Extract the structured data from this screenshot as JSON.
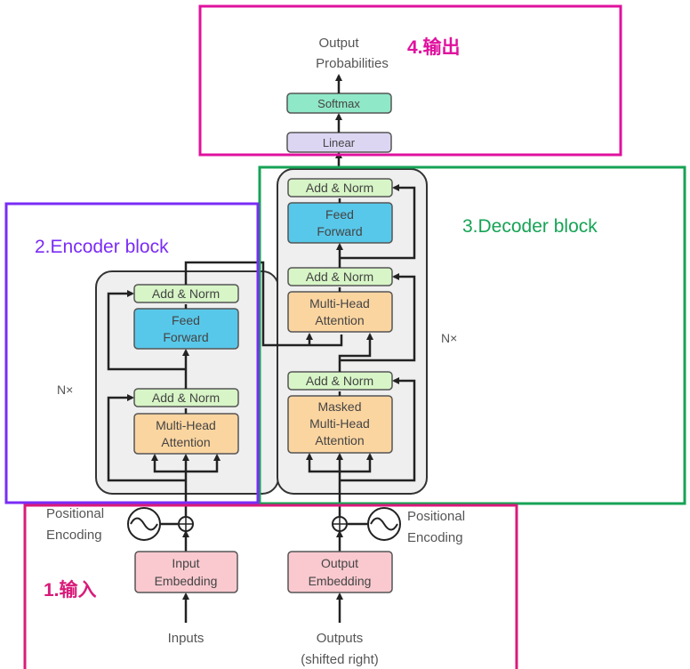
{
  "regions": {
    "output": {
      "label": "4.输出",
      "color": "#e0119e"
    },
    "encoder": {
      "label": "2.Encoder block",
      "color": "#7a2cf5"
    },
    "decoder": {
      "label": "3.Decoder block",
      "color": "#16a355"
    },
    "input": {
      "label": "1.输入",
      "color": "#d81b7a"
    }
  },
  "output_stack": {
    "title_line1": "Output",
    "title_line2": "Probabilities",
    "softmax": "Softmax",
    "linear": "Linear"
  },
  "encoder": {
    "nx": "N×",
    "add_norm_top": "Add & Norm",
    "ff_line1": "Feed",
    "ff_line2": "Forward",
    "add_norm_bottom": "Add & Norm",
    "mha_line1": "Multi-Head",
    "mha_line2": "Attention"
  },
  "decoder": {
    "nx": "N×",
    "add_norm_1": "Add & Norm",
    "ff_line1": "Feed",
    "ff_line2": "Forward",
    "add_norm_2": "Add & Norm",
    "mha_line1": "Multi-Head",
    "mha_line2": "Attention",
    "add_norm_3": "Add & Norm",
    "masked_line1": "Masked",
    "masked_line2": "Multi-Head",
    "masked_line3": "Attention"
  },
  "inputs": {
    "pos_enc_line1": "Positional",
    "pos_enc_line2": "Encoding",
    "input_emb_line1": "Input",
    "input_emb_line2": "Embedding",
    "inputs_label": "Inputs",
    "output_emb_line1": "Output",
    "output_emb_line2": "Embedding",
    "outputs_line1": "Outputs",
    "outputs_line2": "(shifted right)",
    "pos_enc_right_line1": "Positional",
    "pos_enc_right_line2": "Encoding"
  },
  "colors": {
    "add_norm": "#d7f5c6",
    "feed_forward": "#58c8ea",
    "attention": "#fbd5a0",
    "embedding": "#f9c9cf",
    "softmax": "#8fe8c7",
    "linear": "#ddd6f3",
    "stack_bg": "#efefef"
  }
}
